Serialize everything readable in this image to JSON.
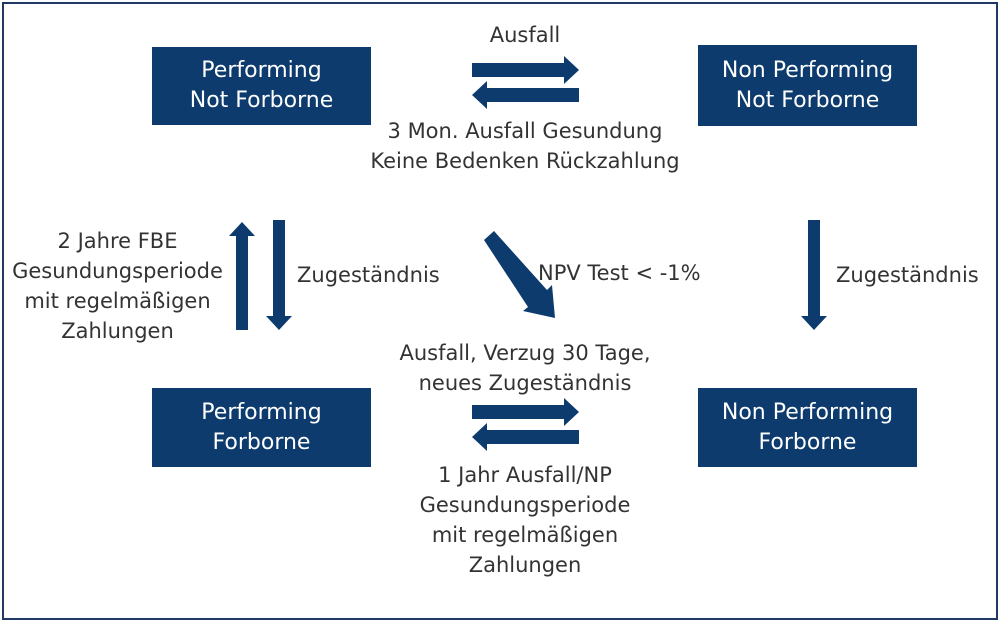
{
  "colors": {
    "box_fill": "#0d3b6e",
    "arrow_fill": "#0d3b6e",
    "text": "#333333",
    "frame": "#1f3864"
  },
  "states": {
    "performing_not_forborne": {
      "line1": "Performing",
      "line2": "Not Forborne"
    },
    "non_performing_not_forborne": {
      "line1": "Non Performing",
      "line2": "Not Forborne"
    },
    "performing_forborne": {
      "line1": "Performing",
      "line2": "Forborne"
    },
    "non_performing_forborne": {
      "line1": "Non Performing",
      "line2": "Forborne"
    }
  },
  "transitions": {
    "top_forward": "Ausfall",
    "top_back": {
      "line1": "3 Mon. Ausfall Gesundung",
      "line2": "Keine Bedenken Rückzahlung"
    },
    "left_up": {
      "line1": "2 Jahre FBE",
      "line2": "Gesundungsperiode",
      "line3": "mit regelmäßigen",
      "line4": "Zahlungen"
    },
    "left_down": "Zugeständnis",
    "diagonal": "NPV Test < -1%",
    "right_down": "Zugeständnis",
    "bottom_forward": {
      "line1": "Ausfall, Verzug 30 Tage,",
      "line2": "neues Zugeständnis"
    },
    "bottom_back": {
      "line1": "1 Jahr Ausfall/NP",
      "line2": "Gesundungsperiode",
      "line3": "mit regelmäßigen",
      "line4": "Zahlungen"
    }
  }
}
